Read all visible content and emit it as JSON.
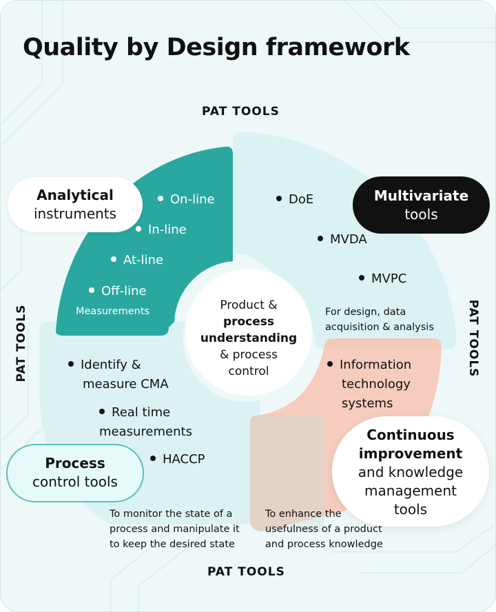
{
  "title": "Quality by Design framework",
  "pat_labels": {
    "top": "PAT TOOLS",
    "bottom": "PAT TOOLS",
    "left": "PAT TOOLS",
    "right": "PAT TOOLS"
  },
  "center": {
    "line1": "Product &",
    "line2": "process",
    "line3": "understanding",
    "line4": "& process",
    "line5": "control"
  },
  "analytical": {
    "title": "Analytical",
    "subtitle": "instruments",
    "items": [
      "On-line",
      "In-line",
      "At-line",
      "Off-line"
    ],
    "footer": "Measurements"
  },
  "multivariate": {
    "title": "Multivariate",
    "subtitle": "tools",
    "items": [
      "DoE",
      "MVDA",
      "MVPC"
    ],
    "note_line1": "For design, data",
    "note_line2": "acquisition & analysis"
  },
  "process": {
    "title": "Process",
    "subtitle": "control tools",
    "item1_line1": "Identify &",
    "item1_line2": "measure CMA",
    "item2_line1": "Real time",
    "item2_line2": "measurements",
    "item3": "HACCP",
    "note_line1": "To monitor the state of a",
    "note_line2": "process and manipulate it",
    "note_line3": "to keep the desired state"
  },
  "continuous": {
    "title_line1": "Continuous",
    "title_line2": "improvement",
    "sub_line1": "and knowledge",
    "sub_line2": "management",
    "sub_line3": "tools",
    "item_line1": "Information",
    "item_line2": "technology",
    "item_line3": "systems",
    "note_line1": "To enhance the",
    "note_line2": "usefulness of a product",
    "note_line3": "and process knowledge"
  },
  "colors": {
    "teal": "#2aa8a0",
    "light_teal": "#d8f1f1",
    "salmon": "#f6c4b4",
    "black": "#111111",
    "background": "#eef8f8"
  }
}
